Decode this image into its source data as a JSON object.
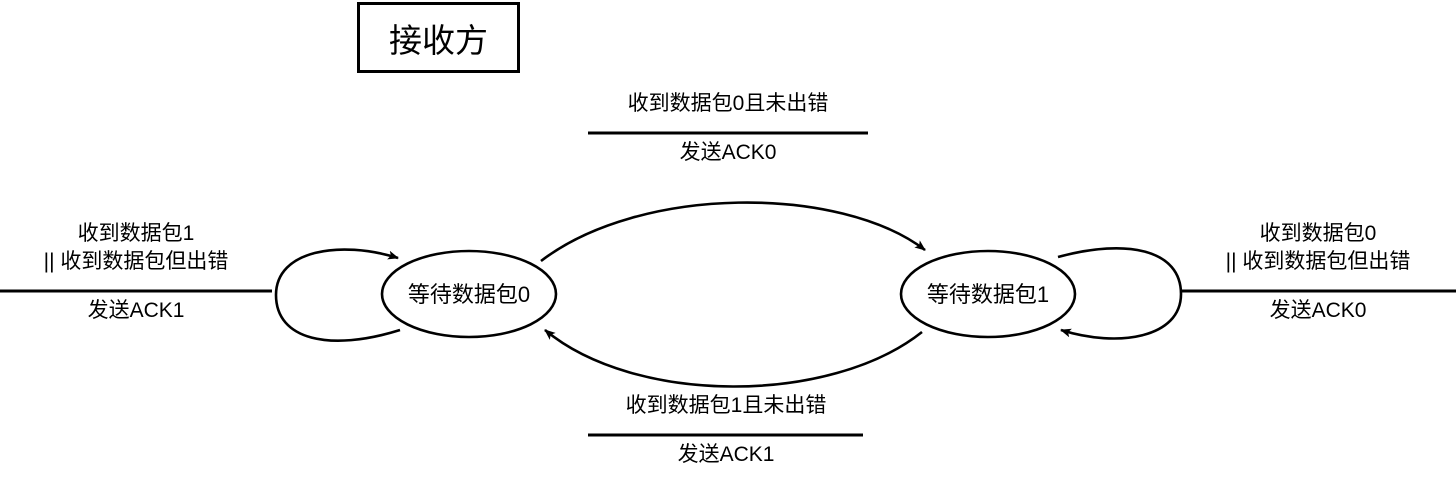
{
  "diagram": {
    "title": "接收方",
    "type": "finite-state-machine",
    "states": [
      {
        "id": "wait-pkt0",
        "label": "等待数据包0"
      },
      {
        "id": "wait-pkt1",
        "label": "等待数据包1"
      }
    ],
    "transitions": {
      "top": {
        "from": "wait-pkt0",
        "to": "wait-pkt1",
        "condition": "收到数据包0且未出错",
        "action": "发送ACK0"
      },
      "bottom": {
        "from": "wait-pkt1",
        "to": "wait-pkt0",
        "condition": "收到数据包1且未出错",
        "action": "发送ACK1"
      },
      "left_self_loop": {
        "from": "wait-pkt0",
        "to": "wait-pkt0",
        "condition_line1": "收到数据包1",
        "condition_line2": "|| 收到数据包但出错",
        "action": "发送ACK1"
      },
      "right_self_loop": {
        "from": "wait-pkt1",
        "to": "wait-pkt1",
        "condition_line1": "收到数据包0",
        "condition_line2": "|| 收到数据包但出错",
        "action": "发送ACK0"
      }
    },
    "colors": {
      "stroke": "#000000",
      "text": "#000000",
      "background": "#ffffff"
    }
  }
}
